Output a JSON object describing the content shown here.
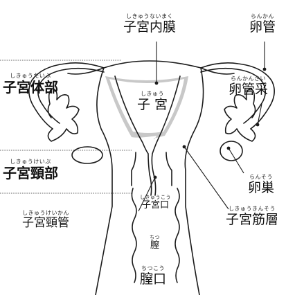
{
  "colors": {
    "outline": "#1a1a1a",
    "endometrium": "#c8c8c8",
    "background": "#ffffff"
  },
  "labels": {
    "endometrium": {
      "ruby": "しきゅうないまく",
      "text": "子宮内膜"
    },
    "fallopian": {
      "ruby": "らんかん",
      "text": "卵管"
    },
    "body": {
      "ruby": "しきゅうたいぶ",
      "text": "子宮体部"
    },
    "fimbriae": {
      "ruby": "らんかんさい",
      "text": "卵管采"
    },
    "uterus": {
      "ruby": "しきゅう",
      "text": "子 宮"
    },
    "cervix_part": {
      "ruby": "しきゅうけいぶ",
      "text": "子宮頸部"
    },
    "ovary": {
      "ruby": "らんそう",
      "text": "卵巣"
    },
    "os": {
      "ruby": "しきゅうこう",
      "text": "子宮口"
    },
    "canal": {
      "ruby": "しきゅうけいかん",
      "text": "子宮頸管"
    },
    "myometrium": {
      "ruby": "しきゅうきんそう",
      "text": "子宮筋層"
    },
    "vagina": {
      "ruby": "ちつ",
      "text": "膣"
    },
    "vaginal_os": {
      "ruby": "ちつこう",
      "text": "膣口"
    }
  }
}
